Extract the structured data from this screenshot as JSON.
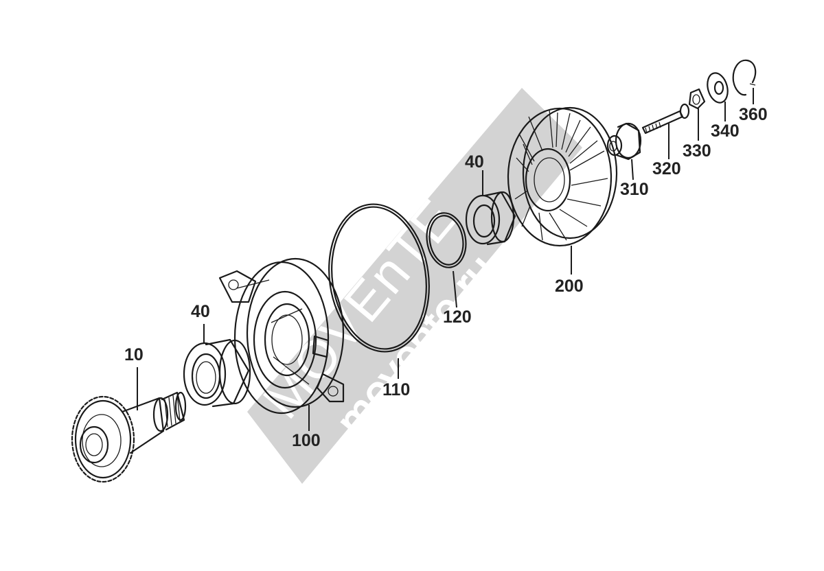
{
  "diagram": {
    "part_labels": {
      "p10": "10",
      "p40a": "40",
      "p40b": "40",
      "p100": "100",
      "p110": "110",
      "p120": "120",
      "p200": "200",
      "p310": "310",
      "p320": "320",
      "p330": "330",
      "p340": "340",
      "p360": "360"
    },
    "watermark": {
      "brand": "MOVEnTE",
      "site": "movente.ru"
    },
    "colors": {
      "line": "#1a1a1a",
      "label": "#222222",
      "watermark_band": "#c9c9c9"
    }
  }
}
